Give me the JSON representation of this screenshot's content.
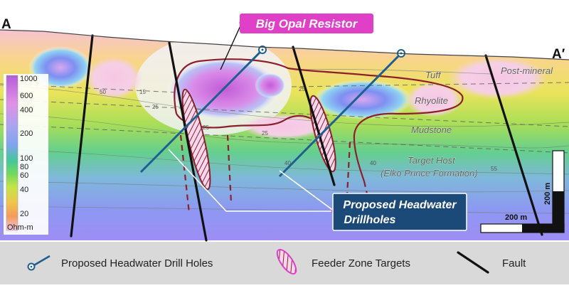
{
  "section": {
    "start_label": "A",
    "end_label": "A′"
  },
  "callouts": {
    "resistor": "Big Opal Resistor",
    "drillholes_line1": "Proposed Headwater",
    "drillholes_line2": "Drillholes"
  },
  "units": {
    "tuff": "Tuff",
    "post_mineral": "Post-mineral",
    "rhyolite": "Rhyolite",
    "mudstone": "Mudstone",
    "target_host_line1": "Target Host",
    "target_host_line2": "(Elko Prince Formation)"
  },
  "contour_labels": [
    "50",
    "15",
    "25",
    "25",
    "25",
    "40",
    "55",
    "40",
    "25"
  ],
  "color_scale": {
    "ticks": [
      "1000",
      "600",
      "400",
      "200",
      "100",
      "80",
      "60",
      "40",
      "20",
      "Ohm-m"
    ],
    "colors": [
      "#b35ed8",
      "#d27bec",
      "#e38ae6",
      "#a9a4ef",
      "#43c89a",
      "#74da5a",
      "#c6e447",
      "#efc64c",
      "#f49a5a",
      "#f4c7e2"
    ]
  },
  "scale_bars": {
    "vertical": "200 m",
    "horizontal": "200 m"
  },
  "legend": {
    "drill": "Proposed Headwater Drill Holes",
    "feeder": "Feeder Zone Targets",
    "fault": "Fault"
  },
  "colors": {
    "callout_magenta": "#e040c8",
    "callout_navy": "#1c4a78",
    "drill_blue": "#1f5f8f",
    "target_red": "#8c1f2e",
    "legend_bg": "#d9d9d9"
  }
}
